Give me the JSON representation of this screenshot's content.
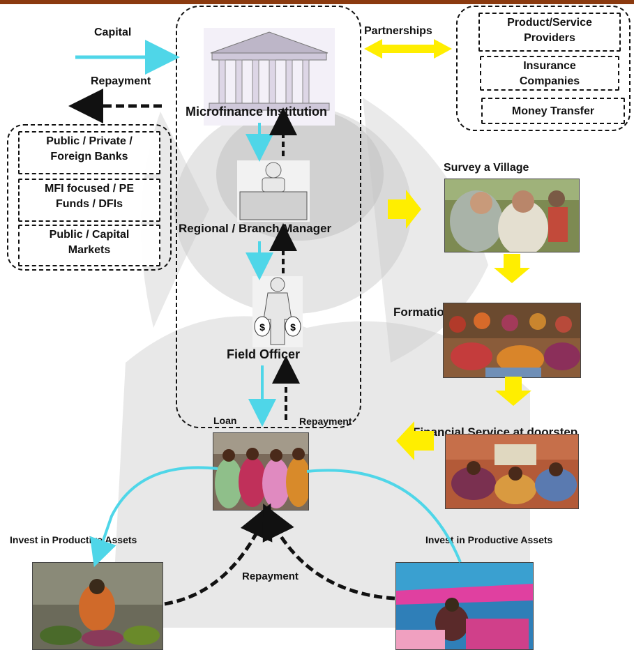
{
  "institution": {
    "title": "Microfinance Institution",
    "manager": "Regional  / Branch Manager",
    "field_officer": "Field Officer"
  },
  "capital_flows": {
    "capital": "Capital",
    "repayment": "Repayment",
    "partnerships": "Partnerships"
  },
  "funding_sources": [
    {
      "line1": "Public / Private /",
      "line2": "Foreign Banks"
    },
    {
      "line1": "MFI focused / PE",
      "line2": "Funds / DFIs"
    },
    {
      "line1": "Public / Capital",
      "line2": "Markets"
    }
  ],
  "partners": [
    {
      "line1": "Product/Service",
      "line2": "Providers"
    },
    {
      "line1": "Insurance",
      "line2": "Companies"
    },
    {
      "line1": "Money Transfer",
      "line2": ""
    }
  ],
  "process_steps": {
    "survey": "Survey a Village",
    "formation": "Formation and training of groups",
    "service": "Financial Service at doorstep"
  },
  "group_flow": {
    "loan": "Loan",
    "repayment": "Repayment"
  },
  "investments": {
    "left": "Invest in Productive Assets",
    "right": "Invest in Productive Assets",
    "repayment": "Repayment"
  },
  "colors": {
    "header_bar": "#8b3a0f",
    "cyan_arrow": "#4fd6e8",
    "yellow_arrow": "#ffee00",
    "dashed_arrow": "#111111"
  }
}
